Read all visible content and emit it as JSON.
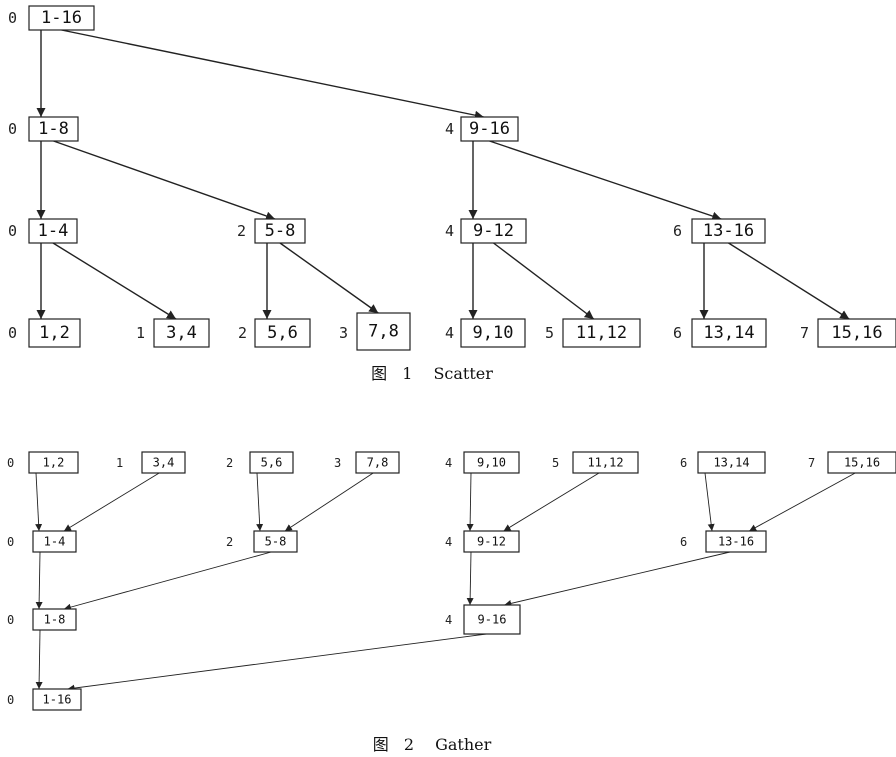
{
  "scatter": {
    "caption": {
      "prefix": "图",
      "number": "1",
      "title": "Scatter"
    },
    "nodes": [
      {
        "id": "s-1-16",
        "rank": "0",
        "label": "1-16"
      },
      {
        "id": "s-1-8",
        "rank": "0",
        "label": "1-8"
      },
      {
        "id": "s-9-16",
        "rank": "4",
        "label": "9-16"
      },
      {
        "id": "s-1-4",
        "rank": "0",
        "label": "1-4"
      },
      {
        "id": "s-5-8",
        "rank": "2",
        "label": "5-8"
      },
      {
        "id": "s-9-12",
        "rank": "4",
        "label": "9-12"
      },
      {
        "id": "s-13-16",
        "rank": "6",
        "label": "13-16"
      },
      {
        "id": "s-1-2",
        "rank": "0",
        "label": "1,2"
      },
      {
        "id": "s-3-4",
        "rank": "1",
        "label": "3,4"
      },
      {
        "id": "s-5-6",
        "rank": "2",
        "label": "5,6"
      },
      {
        "id": "s-7-8",
        "rank": "3",
        "label": "7,8"
      },
      {
        "id": "s-9-10",
        "rank": "4",
        "label": "9,10"
      },
      {
        "id": "s-11-12",
        "rank": "5",
        "label": "11,12"
      },
      {
        "id": "s-13-14",
        "rank": "6",
        "label": "13,14"
      },
      {
        "id": "s-15-16",
        "rank": "7",
        "label": "15,16"
      }
    ],
    "edges": [
      [
        "s-1-16",
        "s-1-8"
      ],
      [
        "s-1-16",
        "s-9-16"
      ],
      [
        "s-1-8",
        "s-1-4"
      ],
      [
        "s-1-8",
        "s-5-8"
      ],
      [
        "s-9-16",
        "s-9-12"
      ],
      [
        "s-9-16",
        "s-13-16"
      ],
      [
        "s-1-4",
        "s-1-2"
      ],
      [
        "s-1-4",
        "s-3-4"
      ],
      [
        "s-5-8",
        "s-5-6"
      ],
      [
        "s-5-8",
        "s-7-8"
      ],
      [
        "s-9-12",
        "s-9-10"
      ],
      [
        "s-9-12",
        "s-11-12"
      ],
      [
        "s-13-16",
        "s-13-14"
      ],
      [
        "s-13-16",
        "s-15-16"
      ]
    ]
  },
  "gather": {
    "caption": {
      "prefix": "图",
      "number": "2",
      "title": "Gather"
    },
    "nodes": [
      {
        "id": "g-1-2",
        "rank": "0",
        "label": "1,2"
      },
      {
        "id": "g-3-4",
        "rank": "1",
        "label": "3,4"
      },
      {
        "id": "g-5-6",
        "rank": "2",
        "label": "5,6"
      },
      {
        "id": "g-7-8",
        "rank": "3",
        "label": "7,8"
      },
      {
        "id": "g-9-10",
        "rank": "4",
        "label": "9,10"
      },
      {
        "id": "g-11-12",
        "rank": "5",
        "label": "11,12"
      },
      {
        "id": "g-13-14",
        "rank": "6",
        "label": "13,14"
      },
      {
        "id": "g-15-16",
        "rank": "7",
        "label": "15,16"
      },
      {
        "id": "g-1-4",
        "rank": "0",
        "label": "1-4"
      },
      {
        "id": "g-5-8",
        "rank": "2",
        "label": "5-8"
      },
      {
        "id": "g-9-12",
        "rank": "4",
        "label": "9-12"
      },
      {
        "id": "g-13-16",
        "rank": "6",
        "label": "13-16"
      },
      {
        "id": "g-1-8",
        "rank": "0",
        "label": "1-8"
      },
      {
        "id": "g-9-16",
        "rank": "4",
        "label": "9-16"
      },
      {
        "id": "g-1-16",
        "rank": "0",
        "label": "1-16"
      }
    ],
    "edges": [
      [
        "g-1-2",
        "g-1-4"
      ],
      [
        "g-3-4",
        "g-1-4"
      ],
      [
        "g-5-6",
        "g-5-8"
      ],
      [
        "g-7-8",
        "g-5-8"
      ],
      [
        "g-9-10",
        "g-9-12"
      ],
      [
        "g-11-12",
        "g-9-12"
      ],
      [
        "g-13-14",
        "g-13-16"
      ],
      [
        "g-15-16",
        "g-13-16"
      ],
      [
        "g-1-4",
        "g-1-8"
      ],
      [
        "g-5-8",
        "g-1-8"
      ],
      [
        "g-9-12",
        "g-9-16"
      ],
      [
        "g-13-16",
        "g-9-16"
      ],
      [
        "g-1-8",
        "g-1-16"
      ],
      [
        "g-9-16",
        "g-1-16"
      ]
    ]
  }
}
